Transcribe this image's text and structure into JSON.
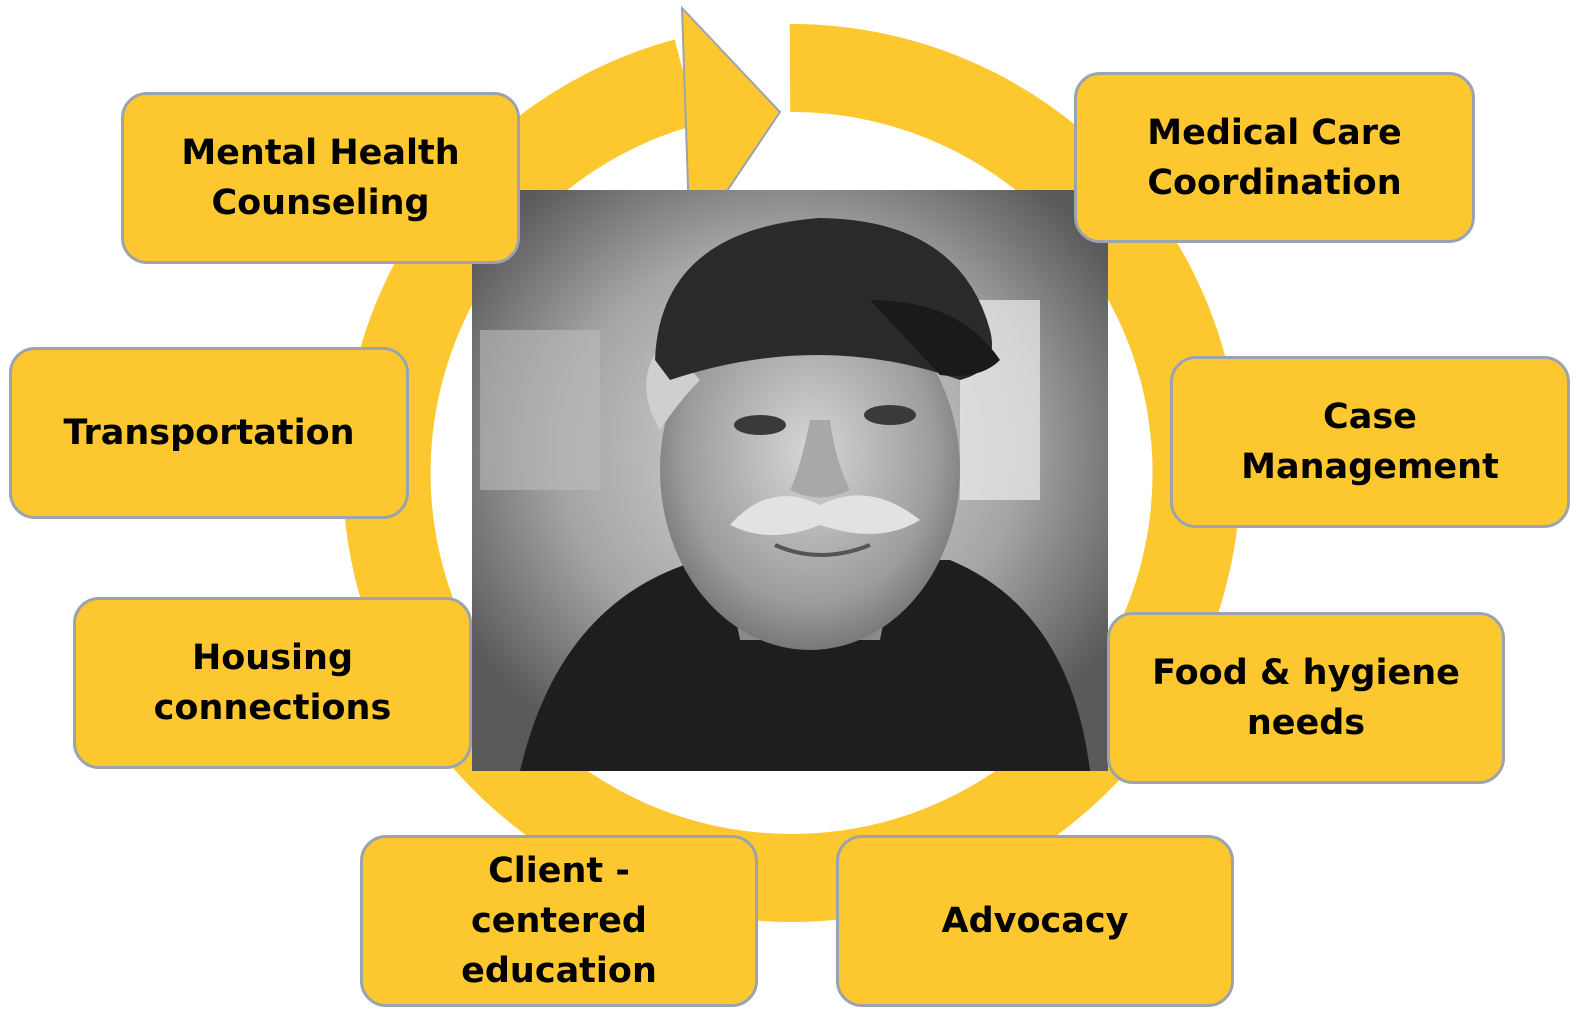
{
  "colors": {
    "ring": "#FDC82F",
    "box_fill": "#FDC82F",
    "box_border": "#9AA3AE"
  },
  "center_image": {
    "description_icon": "portrait-photo"
  },
  "services": {
    "mental_health": "Mental Health\nCounseling",
    "medical_care": "Medical Care\nCoordination",
    "transportation": "Transportation",
    "case_management": "Case\nManagement",
    "housing": "Housing\nconnections",
    "food_hygiene": "Food & hygiene\nneeds",
    "client_education": "Client -\ncentered\neducation",
    "advocacy": "Advocacy"
  }
}
